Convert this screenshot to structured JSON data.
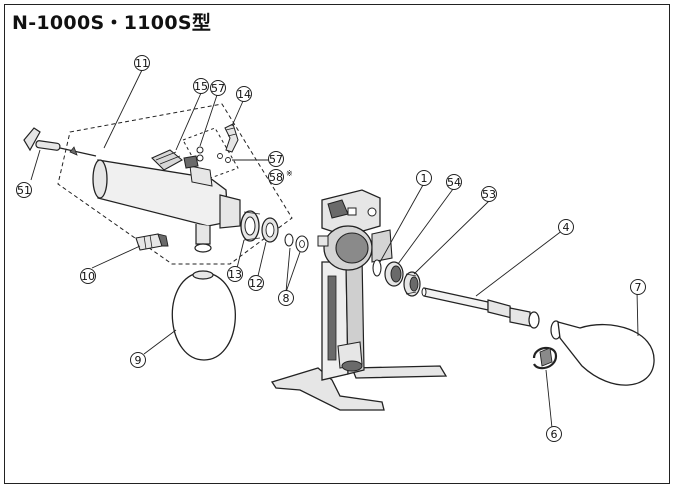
{
  "title": "N-1000S・1100S型",
  "labels": {
    "p1": "1",
    "p4": "4",
    "p6": "6",
    "p7": "7",
    "p8": "8",
    "p9": "9",
    "p10": "10",
    "p11": "11",
    "p12": "12",
    "p13": "13",
    "p14": "14",
    "p15": "15",
    "p51": "51",
    "p53": "53",
    "p54": "54",
    "p57a": "57",
    "p57b": "57",
    "p58": "58",
    "p58_mark": "※"
  },
  "colors": {
    "line": "#222222",
    "part_fill": "#e6e6e6",
    "part_dark": "#6a6a6a",
    "bulb_fill": "#ffffff"
  }
}
